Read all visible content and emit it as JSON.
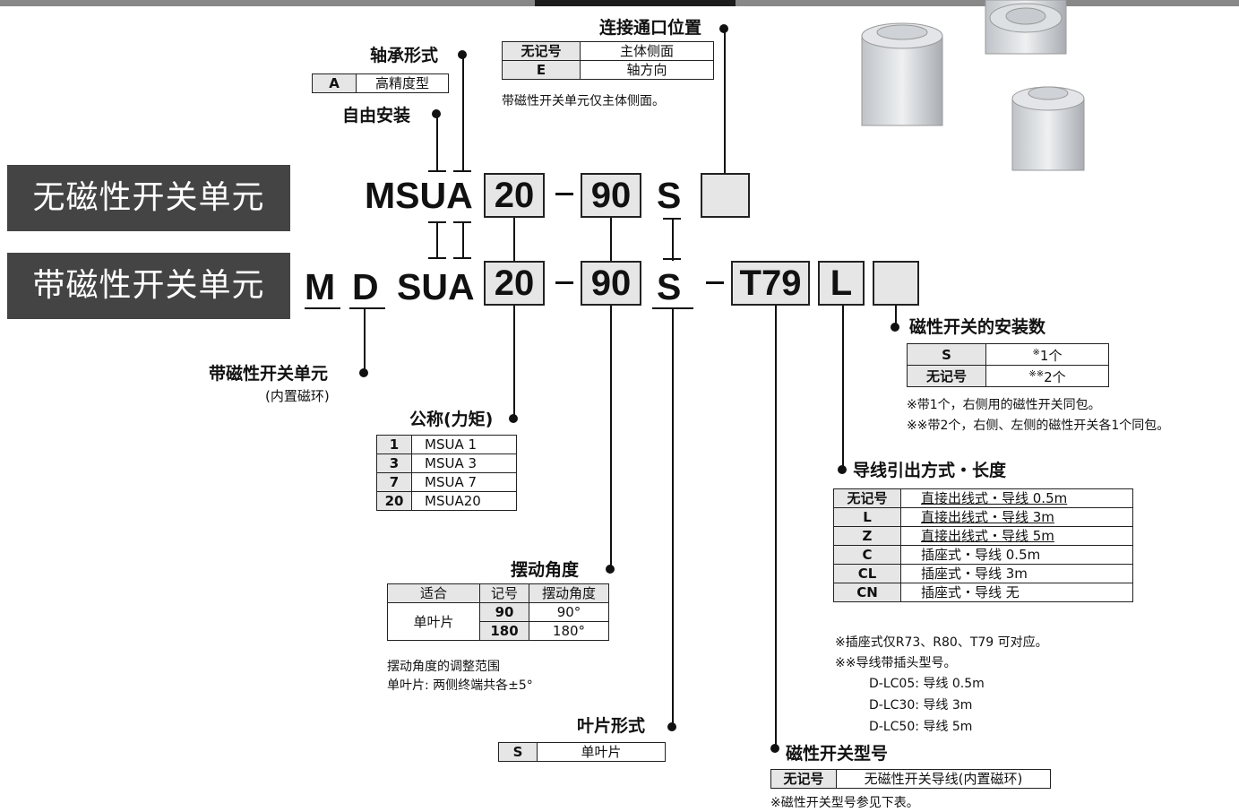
{
  "banners": {
    "without_switch": "无磁性开关单元",
    "with_switch": "带磁性开关单元"
  },
  "codes": {
    "row1": {
      "prefix": "MSUA",
      "torque": "20",
      "angle": "90",
      "vane": "S"
    },
    "row2": {
      "m": "M",
      "d": "D",
      "prefix": "SUA",
      "torque": "20",
      "angle": "90",
      "vane": "S",
      "switch": "T79",
      "lead": "L"
    }
  },
  "labels": {
    "bearing": "轴承形式",
    "free_mount": "自由安装",
    "port_position": "连接通口位置",
    "with_unit": "带磁性开关单元",
    "with_unit_sub": "(内置磁环)",
    "torque": "公称(力矩)",
    "swing_angle": "摆动角度",
    "vane_type": "叶片形式",
    "switch_model": "磁性开关型号",
    "switch_count": "磁性开关的安装数",
    "lead_wire": "导线引出方式・长度"
  },
  "bearing_table": [
    {
      "key": "A",
      "value": "高精度型"
    }
  ],
  "port_table": [
    {
      "key": "无记号",
      "value": "主体侧面"
    },
    {
      "key": "E",
      "value": "轴方向"
    }
  ],
  "port_note": "带磁性开关单元仅主体侧面。",
  "torque_table": [
    {
      "key": "1",
      "value": "MSUA  1"
    },
    {
      "key": "3",
      "value": "MSUA  3"
    },
    {
      "key": "7",
      "value": "MSUA  7"
    },
    {
      "key": "20",
      "value": "MSUA20"
    }
  ],
  "angle_table": {
    "headers": [
      "适合",
      "记号",
      "摆动角度"
    ],
    "fit": "单叶片",
    "rows": [
      {
        "key": "90",
        "value": "90°"
      },
      {
        "key": "180",
        "value": "180°"
      }
    ]
  },
  "angle_notes": [
    "摆动角度的调整范围",
    "单叶片: 两侧终端共各±5°"
  ],
  "vane_table": [
    {
      "key": "S",
      "value": "单叶片"
    }
  ],
  "switch_model_table": [
    {
      "key": "无记号",
      "value": "无磁性开关导线(内置磁环)"
    }
  ],
  "switch_model_note": "※磁性开关型号参见下表。",
  "count_table": [
    {
      "key": "S",
      "value": "1个",
      "mark": "※"
    },
    {
      "key": "无记号",
      "value": "2个",
      "mark": "※※"
    }
  ],
  "count_notes": [
    "※带1个，右侧用的磁性开关同包。",
    "※※带2个，右侧、左侧的磁性开关各1个同包。"
  ],
  "lead_table": [
    {
      "key": "无记号",
      "value": "直接出线式・导线 0.5m"
    },
    {
      "key": "L",
      "value": "直接出线式・导线   3m"
    },
    {
      "key": "Z",
      "value": "直接出线式・导线   5m"
    },
    {
      "key": "C",
      "value": "插座式・导线 0.5m"
    },
    {
      "key": "CL",
      "value": "插座式・导线   3m"
    },
    {
      "key": "CN",
      "value": "插座式・导线    无"
    }
  ],
  "lead_notes": [
    "※插座式仅R73、R80、T79 可对应。",
    "※※导线带插头型号。",
    "D-LC05: 导线  0.5m",
    "D-LC30: 导线   3m",
    "D-LC50: 导线   5m"
  ]
}
